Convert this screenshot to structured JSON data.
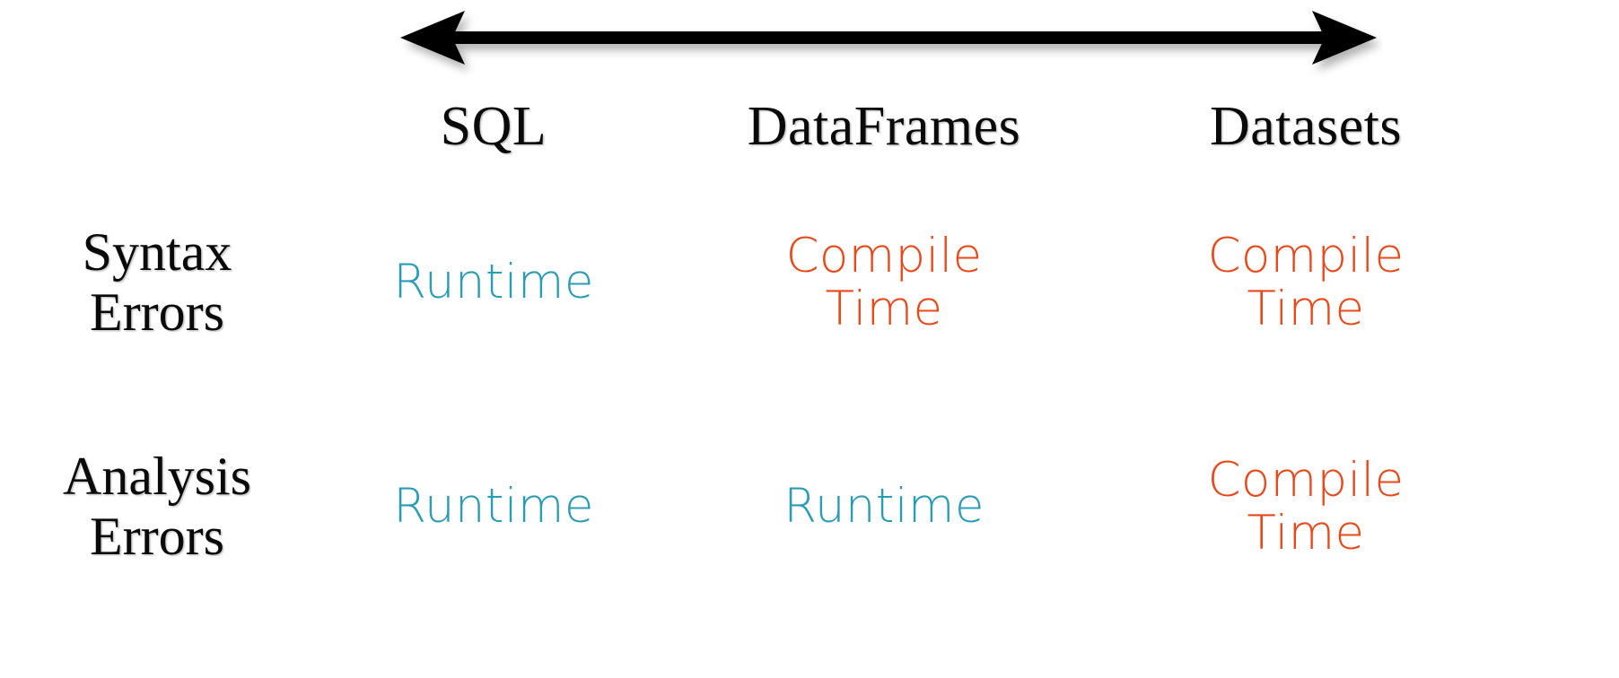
{
  "diagram": {
    "title_arrow": {
      "name": "bidirectional-axis-arrow",
      "direction": "both",
      "color": "#000000"
    },
    "columns": [
      {
        "label": "SQL"
      },
      {
        "label": "DataFrames"
      },
      {
        "label": "Datasets"
      }
    ],
    "rows": [
      {
        "label_line1": "Syntax",
        "label_line2": "Errors",
        "cells": [
          {
            "line1": "Runtime",
            "line2": "",
            "tone": "teal"
          },
          {
            "line1": "Compile",
            "line2": "Time",
            "tone": "orange"
          },
          {
            "line1": "Compile",
            "line2": "Time",
            "tone": "orange"
          }
        ]
      },
      {
        "label_line1": "Analysis",
        "label_line2": "Errors",
        "cells": [
          {
            "line1": "Runtime",
            "line2": "",
            "tone": "teal"
          },
          {
            "line1": "Runtime",
            "line2": "",
            "tone": "teal"
          },
          {
            "line1": "Compile",
            "line2": "Time",
            "tone": "orange"
          }
        ]
      }
    ],
    "colors": {
      "runtime": "#2b9cb5",
      "compile_time": "#e8491b",
      "text": "#0a0a0a",
      "background": "#ffffff"
    }
  }
}
